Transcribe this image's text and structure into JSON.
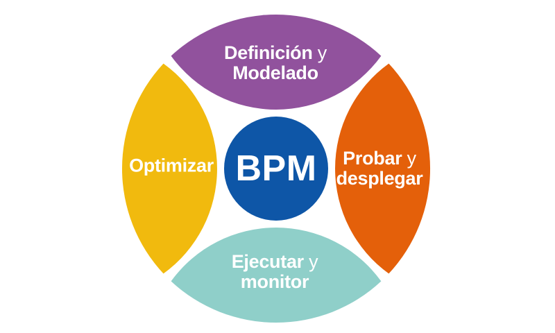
{
  "canvas": {
    "background": "#ffffff"
  },
  "diagram": {
    "name": "bpm-cycle",
    "center": {
      "label": "BPM",
      "color": "#0e56a7",
      "text_color": "#ffffff"
    },
    "segments": [
      {
        "position": "top",
        "color": "#91529d",
        "line1_bold": "Definición",
        "line1_regular": "y",
        "line2_bold": "Modelado"
      },
      {
        "position": "right",
        "color": "#e4600a",
        "line1_bold": "Probar",
        "line1_regular": "y",
        "line2_bold": "desplegar"
      },
      {
        "position": "bottom",
        "color": "#8fcfc9",
        "line1_bold": "Ejecutar",
        "line1_regular": "y",
        "line2_bold": "monitor"
      },
      {
        "position": "left",
        "color": "#f1ba0e",
        "line1_bold": "Optimizar",
        "line1_regular": "",
        "line2_bold": ""
      }
    ]
  }
}
